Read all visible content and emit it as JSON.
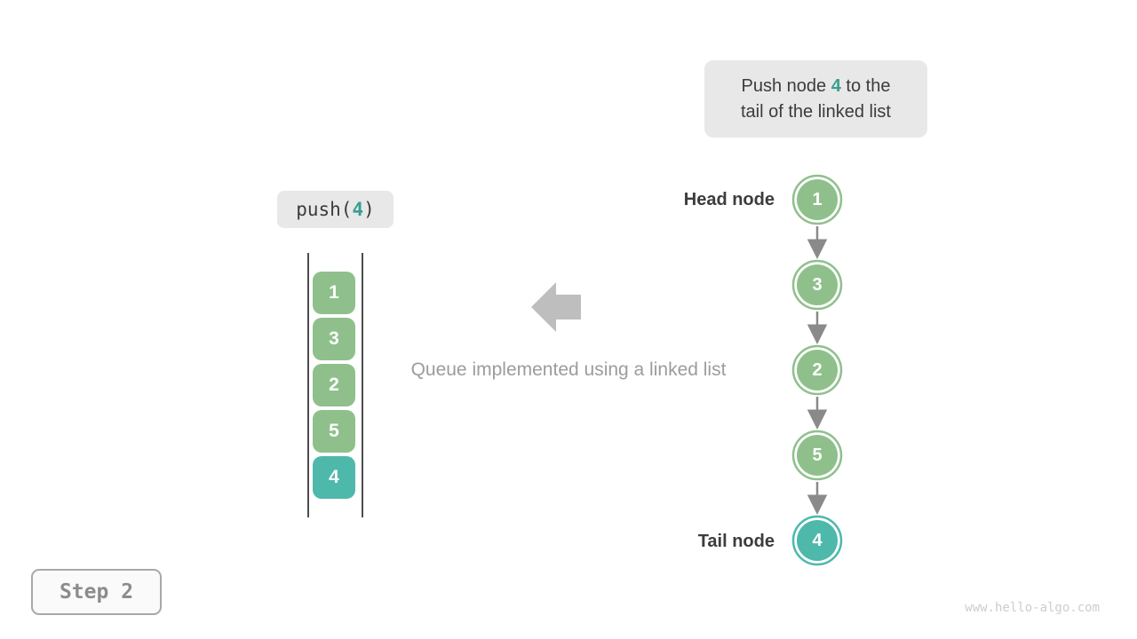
{
  "colors": {
    "node_green": "#8FC08C",
    "node_teal": "#4EB8AB",
    "highlight_teal": "#3B9E90",
    "label_bg": "#E8E8E8",
    "dark_text": "#3C3C3C",
    "caption_gray": "#9C9C9C",
    "block_arrow_gray": "#BEBEBE",
    "connector_gray": "#8A8A8A",
    "stack_line": "#4D4D4D",
    "step_text": "#8C8C8C",
    "step_border": "#A8A8A8",
    "step_bg": "#FAFAFA",
    "watermark_gray": "#CDCDCD"
  },
  "callout": {
    "line1_prefix": "Push node ",
    "highlight": "4",
    "line1_suffix": " to the",
    "line2": "tail of the linked list"
  },
  "push_label": {
    "prefix": "push(",
    "value": "4",
    "suffix": ")"
  },
  "queue_stack": {
    "items": [
      {
        "value": "1",
        "color": "green"
      },
      {
        "value": "3",
        "color": "green"
      },
      {
        "value": "2",
        "color": "green"
      },
      {
        "value": "5",
        "color": "green"
      },
      {
        "value": "4",
        "color": "teal"
      }
    ]
  },
  "caption": "Queue implemented using a linked list",
  "linked_list": {
    "head_label": "Head node",
    "tail_label": "Tail node",
    "nodes": [
      {
        "value": "1",
        "color": "green"
      },
      {
        "value": "3",
        "color": "green"
      },
      {
        "value": "2",
        "color": "green"
      },
      {
        "value": "5",
        "color": "green"
      },
      {
        "value": "4",
        "color": "teal"
      }
    ]
  },
  "step_badge": "Step 2",
  "watermark": "www.hello-algo.com"
}
